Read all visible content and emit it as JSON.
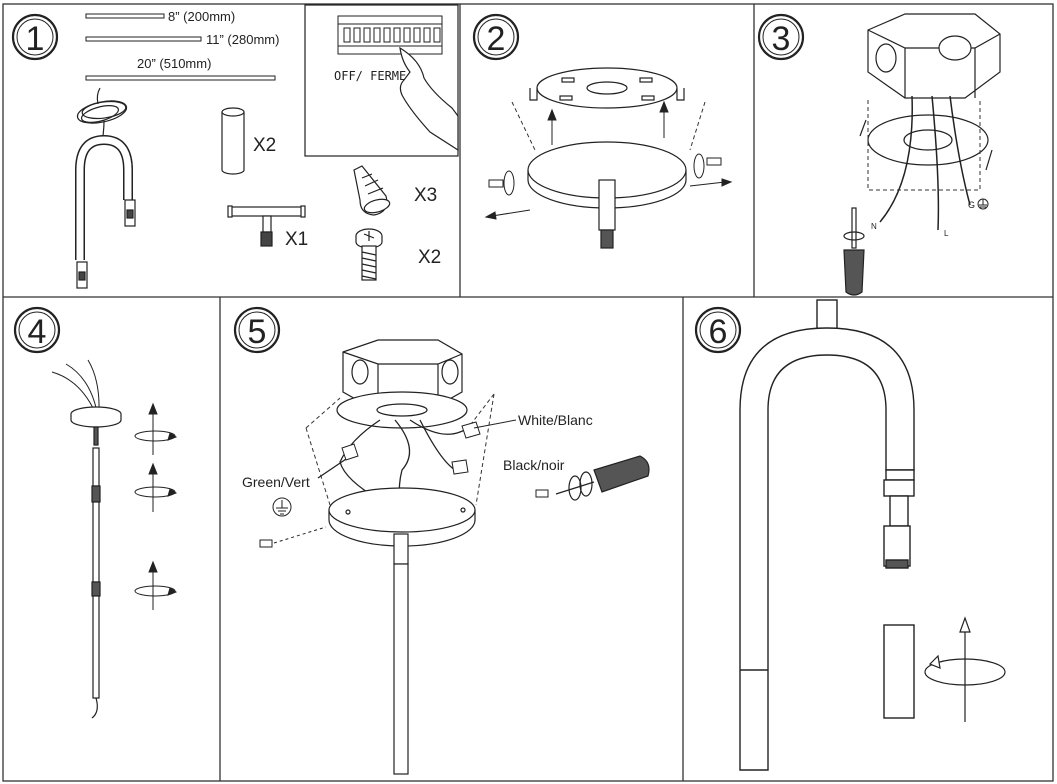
{
  "steps": [
    {
      "number": "1"
    },
    {
      "number": "2"
    },
    {
      "number": "3"
    },
    {
      "number": "4"
    },
    {
      "number": "5"
    },
    {
      "number": "6"
    }
  ],
  "parts": {
    "rod_8": "8” (200mm)",
    "rod_11": "11” (280mm)",
    "rod_20": "20” (510mm)",
    "tube_qty": "X2",
    "wire_nut_qty": "X3",
    "screw_qty": "X2",
    "tee_qty": "X1"
  },
  "breaker": {
    "label": "OFF/ FERME"
  },
  "wiring": {
    "neutral": "N",
    "live": "L",
    "ground": "G",
    "white": "White/Blanc",
    "black": "Black/noir",
    "green": "Green/Vert"
  }
}
